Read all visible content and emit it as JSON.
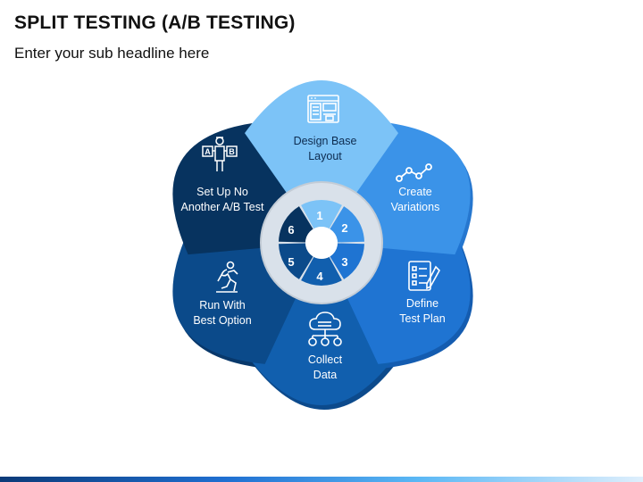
{
  "header": {
    "title": "SPLIT TESTING (A/B TESTING)",
    "subtitle": "Enter your sub headline here"
  },
  "steps": [
    {
      "number": "1",
      "line1": "Design Base",
      "line2": "Layout",
      "icon": "layout-icon",
      "color": "#7cc3f7",
      "shadow": "#5aa6e6",
      "text_color": "#0d2b4f"
    },
    {
      "number": "2",
      "line1": "Create",
      "line2": "Variations",
      "icon": "line-chart-icon",
      "color": "#3b93e8",
      "shadow": "#2677cf",
      "text_color": "#ffffff"
    },
    {
      "number": "3",
      "line1": "Define",
      "line2": "Test  Plan",
      "icon": "checklist-icon",
      "color": "#1f74d2",
      "shadow": "#145cb0",
      "text_color": "#ffffff"
    },
    {
      "number": "4",
      "line1": "Collect",
      "line2": "Data",
      "icon": "cloud-network-icon",
      "color": "#115fae",
      "shadow": "#0c4a8c",
      "text_color": "#ffffff"
    },
    {
      "number": "5",
      "line1": "Run With",
      "line2": "Best Option",
      "icon": "runner-icon",
      "color": "#0b4a8a",
      "shadow": "#08386b",
      "text_color": "#ffffff"
    },
    {
      "number": "6",
      "line1": "Set Up No",
      "line2": "Another A/B Test",
      "icon": "ab-person-icon",
      "color": "#07335f",
      "shadow": "#052646",
      "text_color": "#ffffff"
    }
  ],
  "ab_letters": [
    "A",
    "B"
  ],
  "colors": {
    "ring": "#d9e1ea",
    "ring_border": "#c3ccd6",
    "hub": "#ffffff"
  }
}
